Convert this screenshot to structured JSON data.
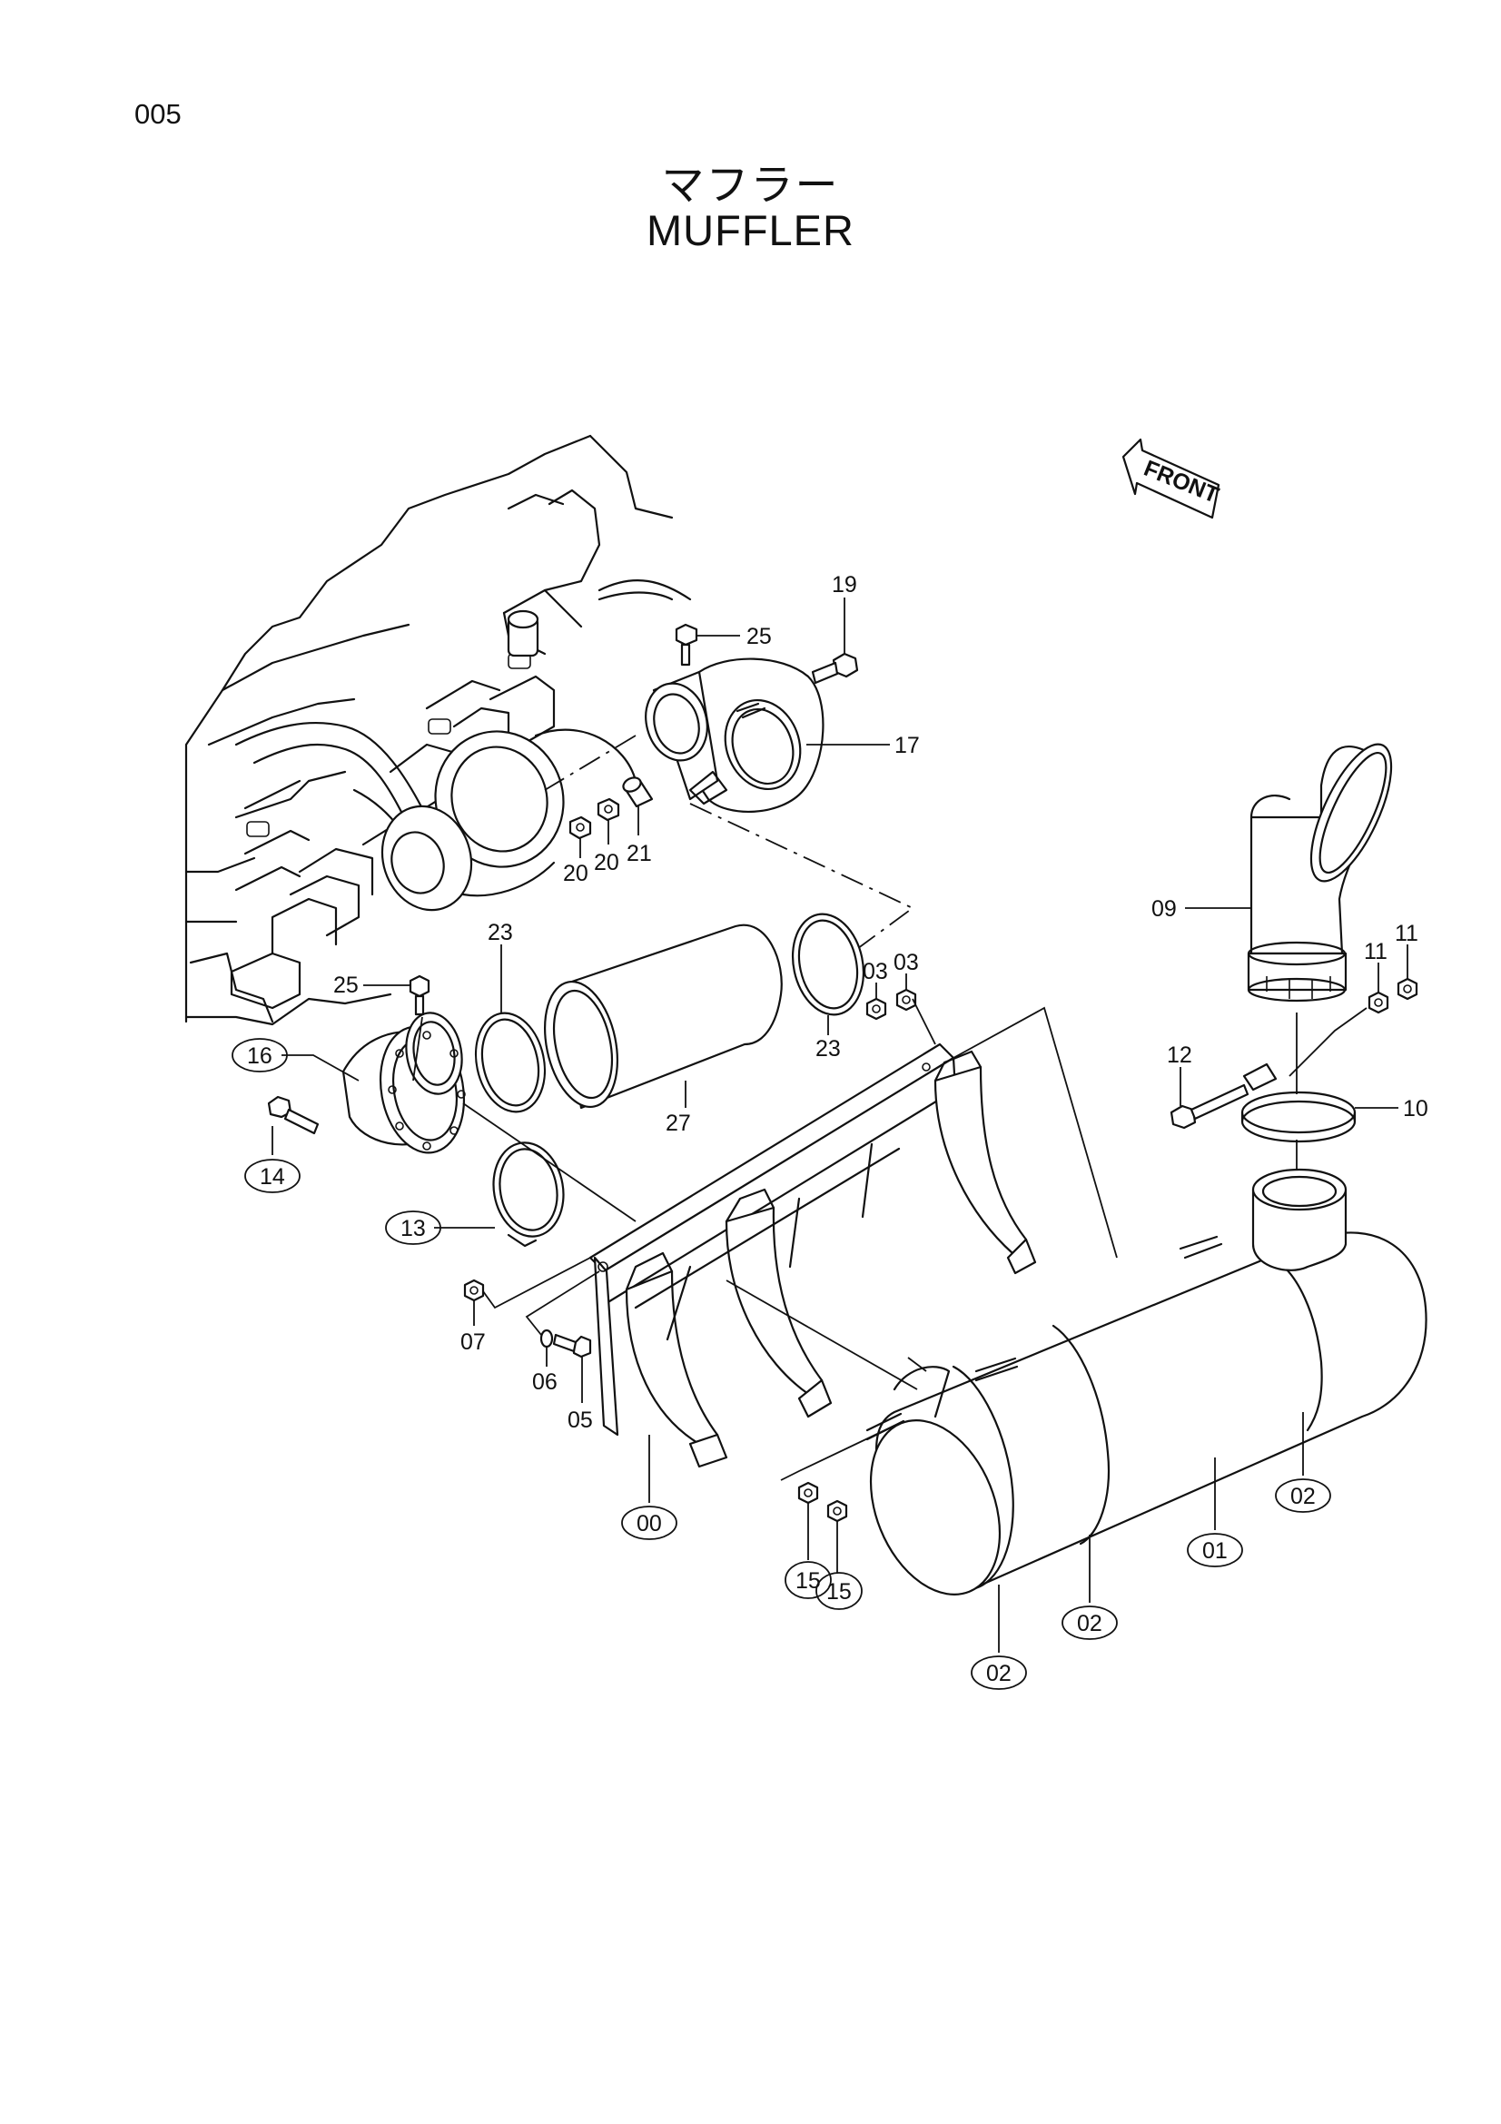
{
  "page_code": "005",
  "title_jp": "マフラー",
  "title_en": "MUFFLER",
  "front_arrow_label": "FRONT",
  "callouts": [
    {
      "id": "c19",
      "text": "19",
      "circled": false
    },
    {
      "id": "c25a",
      "text": "25",
      "circled": false
    },
    {
      "id": "c17",
      "text": "17",
      "circled": false
    },
    {
      "id": "c20a",
      "text": "20",
      "circled": false
    },
    {
      "id": "c20b",
      "text": "20",
      "circled": false
    },
    {
      "id": "c21",
      "text": "21",
      "circled": false
    },
    {
      "id": "c23a",
      "text": "23",
      "circled": false
    },
    {
      "id": "c23b",
      "text": "23",
      "circled": false
    },
    {
      "id": "c27",
      "text": "27",
      "circled": false
    },
    {
      "id": "c25b",
      "text": "25",
      "circled": false
    },
    {
      "id": "c16",
      "text": "16",
      "circled": true
    },
    {
      "id": "c14",
      "text": "14",
      "circled": true
    },
    {
      "id": "c13",
      "text": "13",
      "circled": true
    },
    {
      "id": "c03a",
      "text": "03",
      "circled": false
    },
    {
      "id": "c03b",
      "text": "03",
      "circled": false
    },
    {
      "id": "c09",
      "text": "09",
      "circled": false
    },
    {
      "id": "c11a",
      "text": "11",
      "circled": false
    },
    {
      "id": "c11b",
      "text": "11",
      "circled": false
    },
    {
      "id": "c12",
      "text": "12",
      "circled": false
    },
    {
      "id": "c10",
      "text": "10",
      "circled": false
    },
    {
      "id": "c07",
      "text": "07",
      "circled": false
    },
    {
      "id": "c06",
      "text": "06",
      "circled": false
    },
    {
      "id": "c05",
      "text": "05",
      "circled": false
    },
    {
      "id": "c00",
      "text": "00",
      "circled": true
    },
    {
      "id": "c15a",
      "text": "15",
      "circled": true
    },
    {
      "id": "c15b",
      "text": "15",
      "circled": true
    },
    {
      "id": "c01",
      "text": "01",
      "circled": true
    },
    {
      "id": "c02a",
      "text": "02",
      "circled": true
    },
    {
      "id": "c02b",
      "text": "02",
      "circled": true
    },
    {
      "id": "c02c",
      "text": "02",
      "circled": true
    }
  ]
}
